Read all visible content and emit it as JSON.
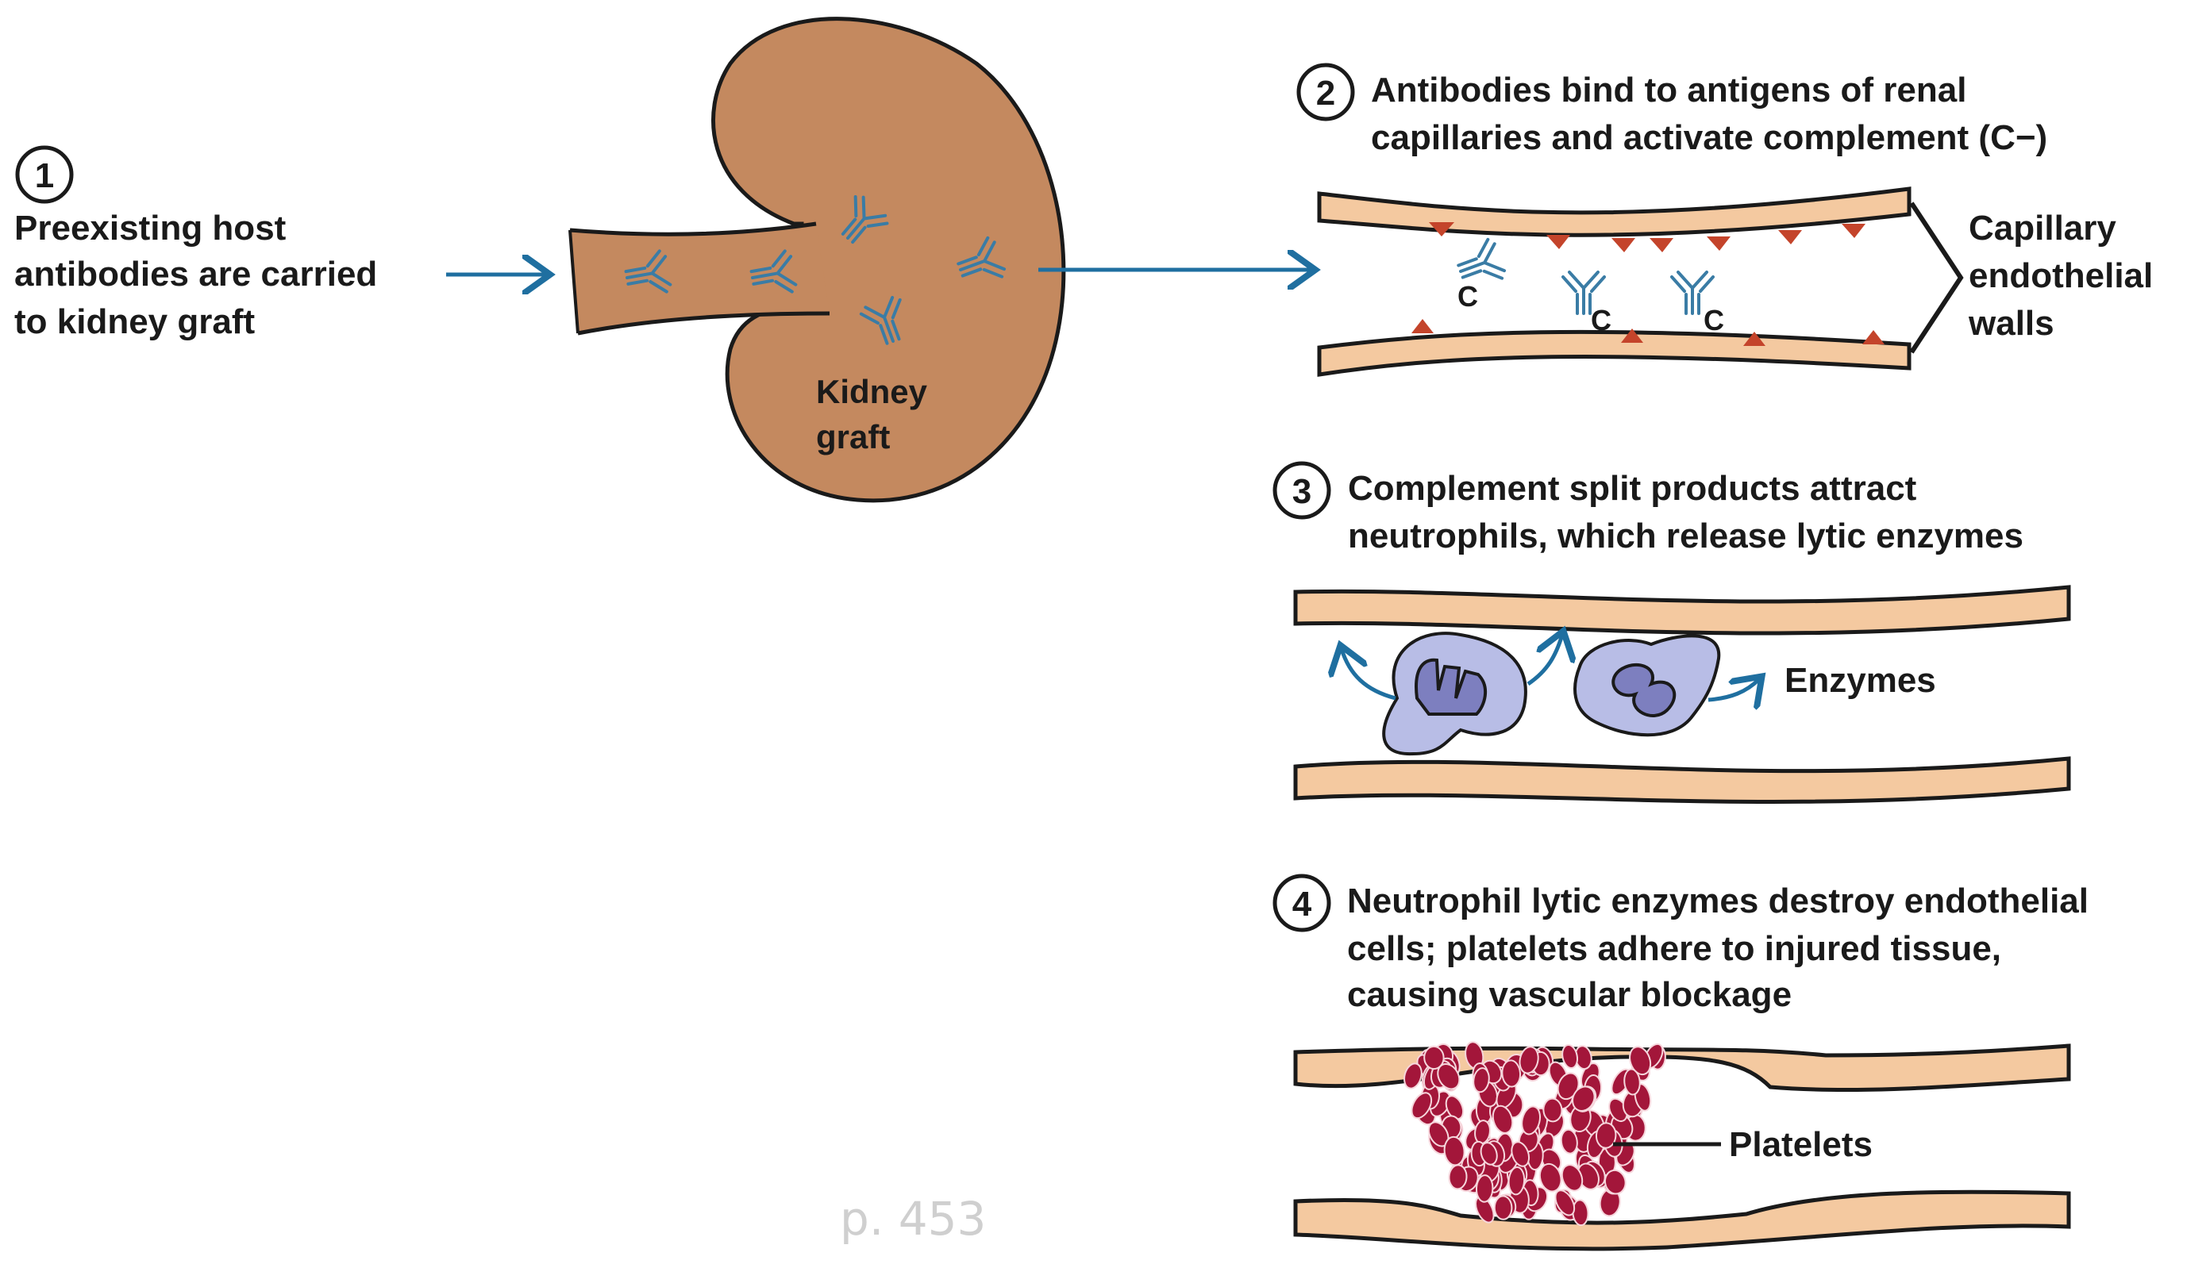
{
  "colors": {
    "kidney": "#c4895f",
    "vessel_fill": "#f4c9a0",
    "stroke": "#1a1a1a",
    "antibody": "#3a7ca5",
    "arrow": "#1f6fa0",
    "complement": "#c4442b",
    "neutrophil": "#b8bde6",
    "neutrophil_nucleus": "#7d7fbf",
    "platelet": "#a3163a",
    "page_number": "#cfcfcf"
  },
  "step1": {
    "number": "1",
    "lines": [
      "Preexisting host",
      "antibodies are carried",
      "to kidney graft"
    ]
  },
  "kidney": {
    "label_lines": [
      "Kidney",
      "graft"
    ]
  },
  "step2": {
    "number": "2",
    "lines": [
      "Antibodies bind to antigens of renal",
      "capillaries and activate complement (C−)"
    ],
    "complement_label": "C",
    "wall_label_lines": [
      "Capillary",
      "endothelial",
      "walls"
    ]
  },
  "step3": {
    "number": "3",
    "lines": [
      "Complement split products attract",
      "neutrophils, which release lytic enzymes"
    ],
    "enzymes_label": "Enzymes"
  },
  "step4": {
    "number": "4",
    "lines": [
      "Neutrophil lytic enzymes destroy endothelial",
      "cells; platelets adhere to injured tissue,",
      "causing vascular blockage"
    ],
    "platelets_label": "Platelets"
  },
  "page_number": "p. 453",
  "icons": [
    "antibody-icon",
    "arrow-right-icon",
    "complement-triangle-icon",
    "neutrophil-icon",
    "platelet-icon"
  ]
}
